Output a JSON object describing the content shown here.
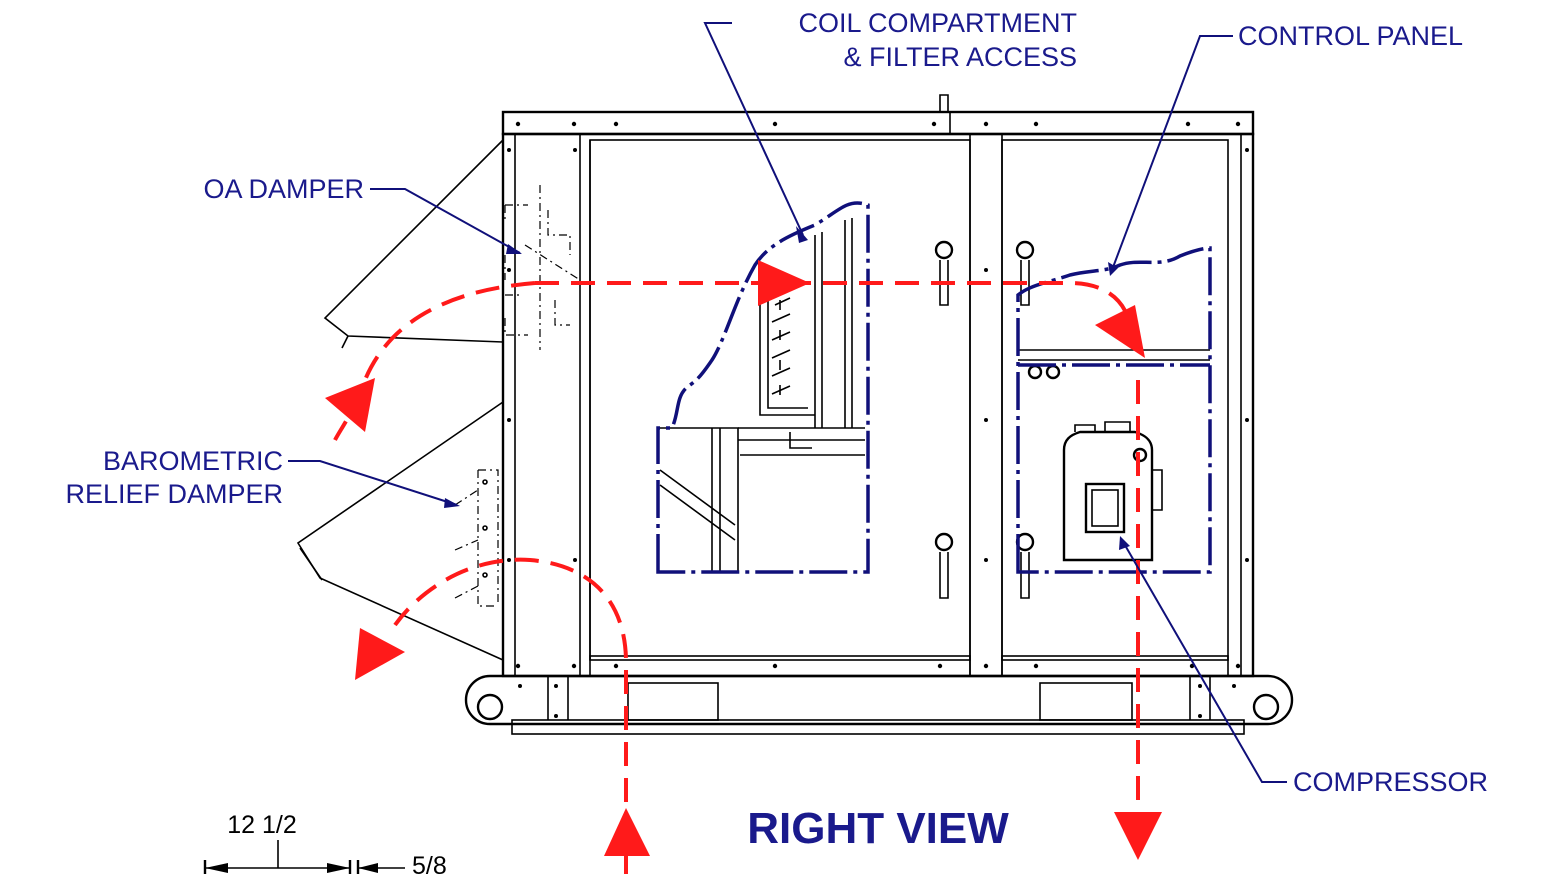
{
  "labels": {
    "coil_line1": "COIL COMPARTMENT",
    "coil_line2": "& FILTER ACCESS",
    "control_panel": "CONTROL PANEL",
    "oa_damper": "OA DAMPER",
    "baro_line1": "BAROMETRIC",
    "baro_line2": "RELIEF DAMPER",
    "compressor": "COMPRESSOR"
  },
  "title": "RIGHT VIEW",
  "dimensions": {
    "d1": "12 1/2",
    "d2": "5/8"
  },
  "colors": {
    "label": "#1a1a8c",
    "airflow": "#ff1a1a",
    "cutaway": "#10107a",
    "linework": "#000000"
  }
}
